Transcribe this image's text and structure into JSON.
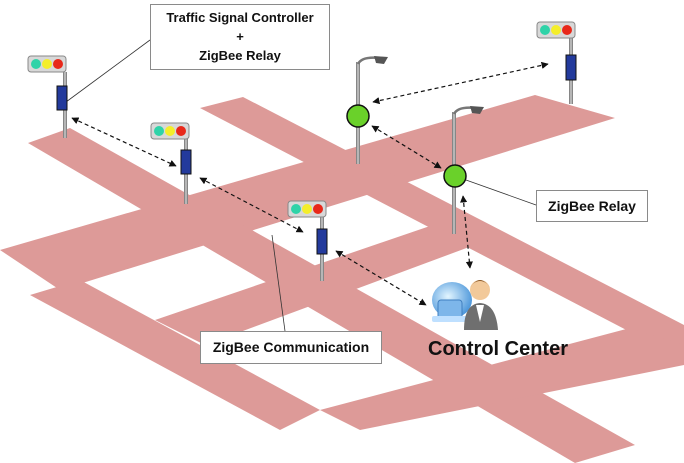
{
  "labels": {
    "controller_line1": "Traffic Signal Controller",
    "controller_line2": "+",
    "controller_line3": "ZigBee Relay",
    "zigbee_relay": "ZigBee Relay",
    "zigbee_communication": "ZigBee Communication",
    "control_center": "Control Center"
  },
  "colors": {
    "road": "#dd9a98",
    "signal_red": "#e8281a",
    "signal_yellow": "#f4ee2a",
    "signal_green": "#2fd3a8",
    "relay_green": "#6ad12a",
    "controller_box": "#233a9c"
  },
  "icons": [
    "traffic-light-icon",
    "controller-box-icon",
    "street-lamp-icon",
    "relay-node-icon",
    "control-center-icon"
  ]
}
